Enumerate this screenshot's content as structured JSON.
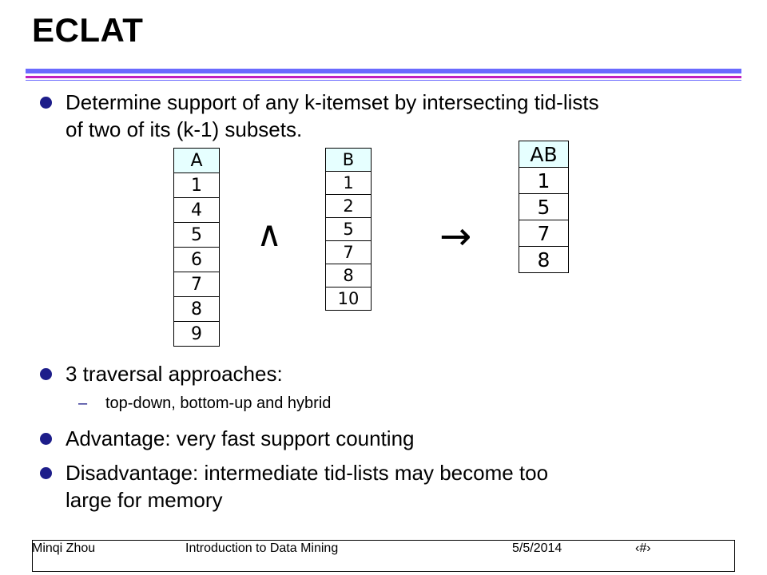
{
  "slide": {
    "title": "ECLAT",
    "bullets": [
      {
        "lines": [
          "Determine support of any k-itemset by intersecting tid-lists",
          "of two of its (k-1) subsets."
        ]
      },
      {
        "lines": [
          "3 traversal approaches:"
        ]
      },
      {
        "lines": [
          "Advantage: very fast support counting"
        ]
      },
      {
        "lines": [
          "Disadvantage: intermediate tid-lists may become too",
          "large for memory"
        ]
      }
    ],
    "sub_bullets": [
      {
        "dash": "–",
        "text": "top-down, bottom-up and hybrid"
      }
    ]
  },
  "tables": {
    "a": {
      "header": "A",
      "rows": [
        "1",
        "4",
        "5",
        "6",
        "7",
        "8",
        "9"
      ]
    },
    "b": {
      "header": "B",
      "rows": [
        "1",
        "2",
        "5",
        "7",
        "8",
        "10"
      ]
    },
    "ab": {
      "header": "AB",
      "rows": [
        "1",
        "5",
        "7",
        "8"
      ]
    }
  },
  "operators": {
    "intersect": "∧",
    "yields": "→"
  },
  "footer": {
    "author": "Minqi Zhou",
    "course": "Introduction to Data Mining",
    "date": "5/5/2014",
    "page": "‹#›"
  },
  "colors": {
    "bullet": "#1d1d8a",
    "rule_blue": "#6a6aff",
    "rule_magenta": "#c020c0",
    "table_header_bg": "#e6ffff"
  }
}
